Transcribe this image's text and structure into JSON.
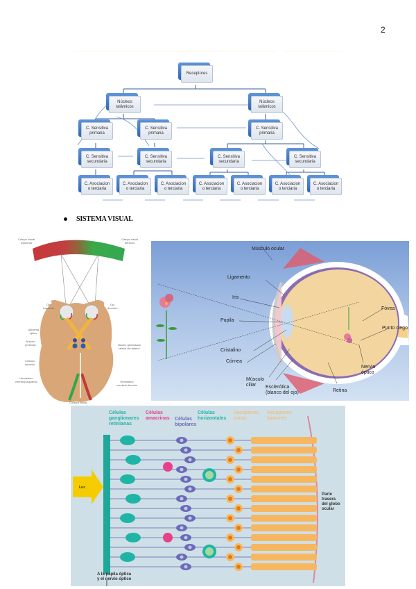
{
  "page": {
    "number": "2"
  },
  "flowchart": {
    "root": "Receptores",
    "thalamic_left": "Núcleos\ntalámicos",
    "thalamic_right": "Núcleos\ntalámicos",
    "primary_label": "C. Sensitiva\nprimaria",
    "secondary_label": "C. Sensitiva\nsecundaria",
    "tertiary_label": "C. Asociacion\no terciaria"
  },
  "section": {
    "bullet_title": "SISTEMA VISUAL"
  },
  "visual_pathway": {
    "labels": {
      "left_field": "Campo visual\nizquierdo",
      "right_field": "Campo visual\nderecho",
      "left_eye": "Ojo\nizquierdo",
      "right_eye": "Ojo\nderecho",
      "chiasm": "Quiasma\nóptico",
      "pretectal": "Núcleo\npretectal",
      "lgn": "Núcleo geniculado\nlateral del tálamo",
      "colliculus": "Colículo\nsuperior",
      "left_hemisphere": "Hemisferio\ncerebral izquierdo",
      "right_hemisphere": "Hemisferio\ncerebral derecho",
      "cortex": "Corteza visual"
    },
    "colors": {
      "left": "#c0393b",
      "right": "#2fa84a",
      "brain": "#d9a678"
    }
  },
  "eye_anatomy": {
    "labels": {
      "muscle": "Músculo ocular",
      "ligament": "Ligamento",
      "iris": "Iris",
      "pupil": "Pupila",
      "lens": "Cristalino",
      "cornea": "Córnea",
      "ciliary": "Músculo\nciliar",
      "sclera": "Esclerótica\n(blanco del ojo)",
      "retina": "Retina",
      "optic_nerve": "Nervio\nóptico",
      "blind_spot": "Punto ciego",
      "fovea": "Fóvea"
    }
  },
  "retina_layers": {
    "labels": {
      "ganglion": "Células\nganglionares\nretinianas",
      "amacrine": "Células\namacrinas",
      "bipolar": "Células\nbipolares",
      "horizontal": "Células\nhorizontales",
      "cones": "Receptores\nconos",
      "rods": "Receptores\nbastones",
      "light": "Luz",
      "back_eye": "Parte\ntrasera\ndel globo\nocular",
      "optic_out": "A la papila óptica\ny el nervio óptico"
    },
    "colors": {
      "ganglion": "#1fb5a6",
      "amacrine": "#e83e8c",
      "bipolar": "#6a6bb8",
      "horizontal": "#1fb5a6",
      "receptors": "#f6b760",
      "light": "#f5cc00"
    }
  }
}
